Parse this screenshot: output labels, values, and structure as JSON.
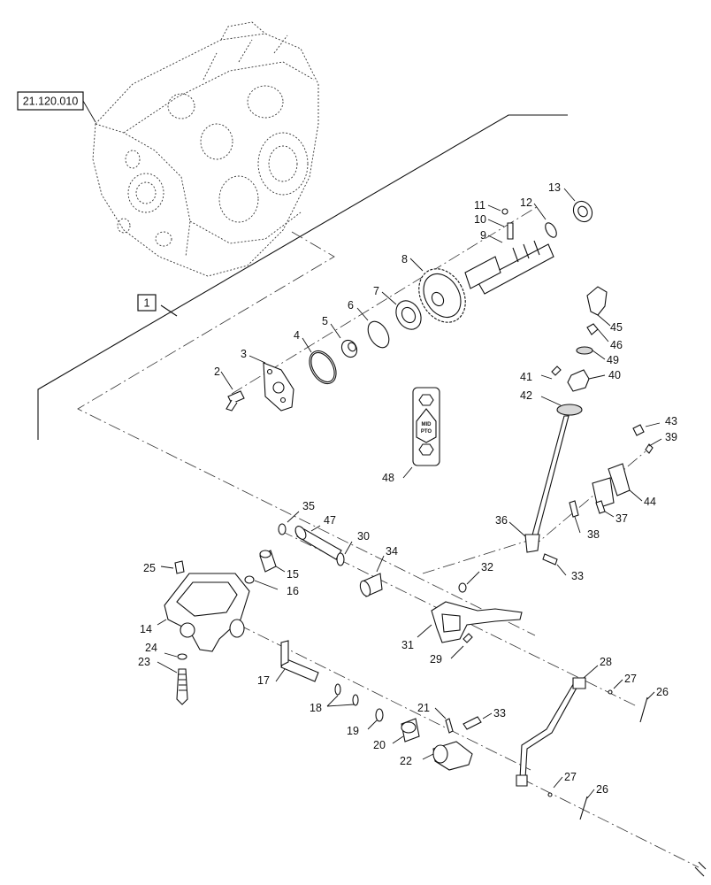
{
  "reference_label": "21.120.010",
  "group_label": "1",
  "callouts": {
    "c2": "2",
    "c3": "3",
    "c4": "4",
    "c5": "5",
    "c6": "6",
    "c7": "7",
    "c8": "8",
    "c9": "9",
    "c10": "10",
    "c11": "11",
    "c12": "12",
    "c13": "13",
    "c14": "14",
    "c15": "15",
    "c16": "16",
    "c17": "17",
    "c18": "18",
    "c19": "19",
    "c20": "20",
    "c21": "21",
    "c22": "22",
    "c23": "23",
    "c24": "24",
    "c25": "25",
    "c26a": "26",
    "c26b": "26",
    "c27a": "27",
    "c27b": "27",
    "c28": "28",
    "c29": "29",
    "c30": "30",
    "c31": "31",
    "c32": "32",
    "c33a": "33",
    "c33b": "33",
    "c34": "34",
    "c35": "35",
    "c36": "36",
    "c37": "37",
    "c38": "38",
    "c39": "39",
    "c40": "40",
    "c41": "41",
    "c42": "42",
    "c43": "43",
    "c44": "44",
    "c45": "45",
    "c46": "46",
    "c47": "47",
    "c48": "48",
    "c49": "49"
  },
  "decal": {
    "line1": "MID",
    "line2": "PTO"
  }
}
